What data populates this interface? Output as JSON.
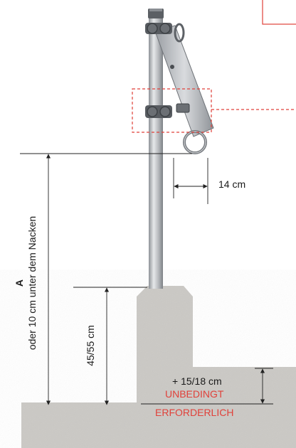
{
  "dimensions": {
    "offset": "14 cm",
    "height_a_letter": "A",
    "height_a_text": "oder 10 cm unter dem Nacken",
    "post_base": "45/55 cm",
    "elevation": "+ 15/18 cm"
  },
  "warning": {
    "line1": "UNBEDINGT",
    "line2": "ERFORDERLICH"
  },
  "colors": {
    "accent_red": "#e0413a",
    "concrete": "#c9c8c4",
    "post": "#b9bcc0",
    "dimension_line": "#222222"
  }
}
